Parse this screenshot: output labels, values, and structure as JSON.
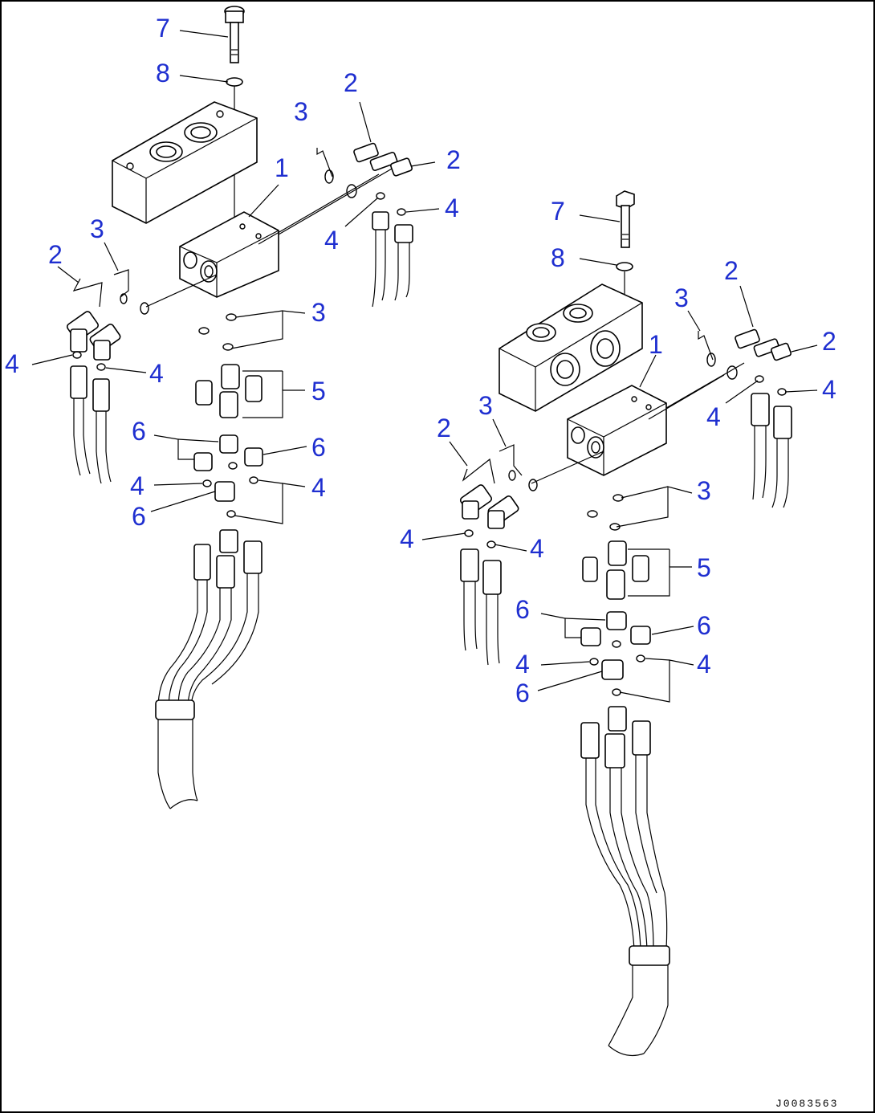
{
  "drawing_code": "J0083563",
  "labels": {
    "l7": "7",
    "l8": "8",
    "l3a": "3",
    "l2a": "2",
    "l1": "1",
    "l2b": "2",
    "l4a": "4",
    "l4b": "4",
    "l3b": "3",
    "l2c": "2",
    "l3c": "3",
    "l4c": "4",
    "l4d": "4",
    "l5": "5",
    "l6a": "6",
    "l6b": "6",
    "l4e": "4",
    "l4f": "4",
    "l6c": "6",
    "r7": "7",
    "r8": "8",
    "r2a": "2",
    "r3a": "3",
    "r2b": "2",
    "r1": "1",
    "r4a": "4",
    "r4b": "4",
    "r3b": "3",
    "r2c": "2",
    "r3c": "3",
    "r4c": "4",
    "r4d": "4",
    "r5": "5",
    "r6a": "6",
    "r6b": "6",
    "r4e": "4",
    "r4f": "4",
    "r6c": "6"
  }
}
